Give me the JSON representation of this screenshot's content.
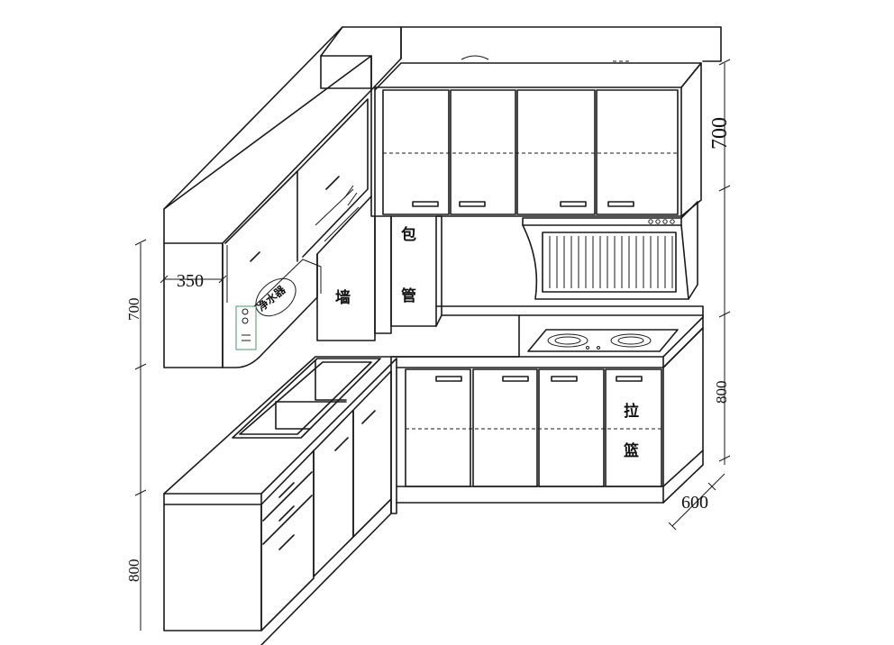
{
  "dimensions": {
    "wall_depth_left": "350",
    "upper_height_left": "700",
    "lower_height_left": "800",
    "upper_height_right": "700",
    "lower_height_right": "800",
    "counter_depth_right": "600"
  },
  "labels": {
    "wall": "墙",
    "pipe_cover_1": "包",
    "pipe_cover_2": "管",
    "drawer_1": "拉",
    "drawer_2": "篮",
    "water_purifier": "净水器"
  },
  "colors": {
    "line": "#1a1a1a",
    "background": "#ffffff",
    "accent_green": "#4a9a6a"
  }
}
